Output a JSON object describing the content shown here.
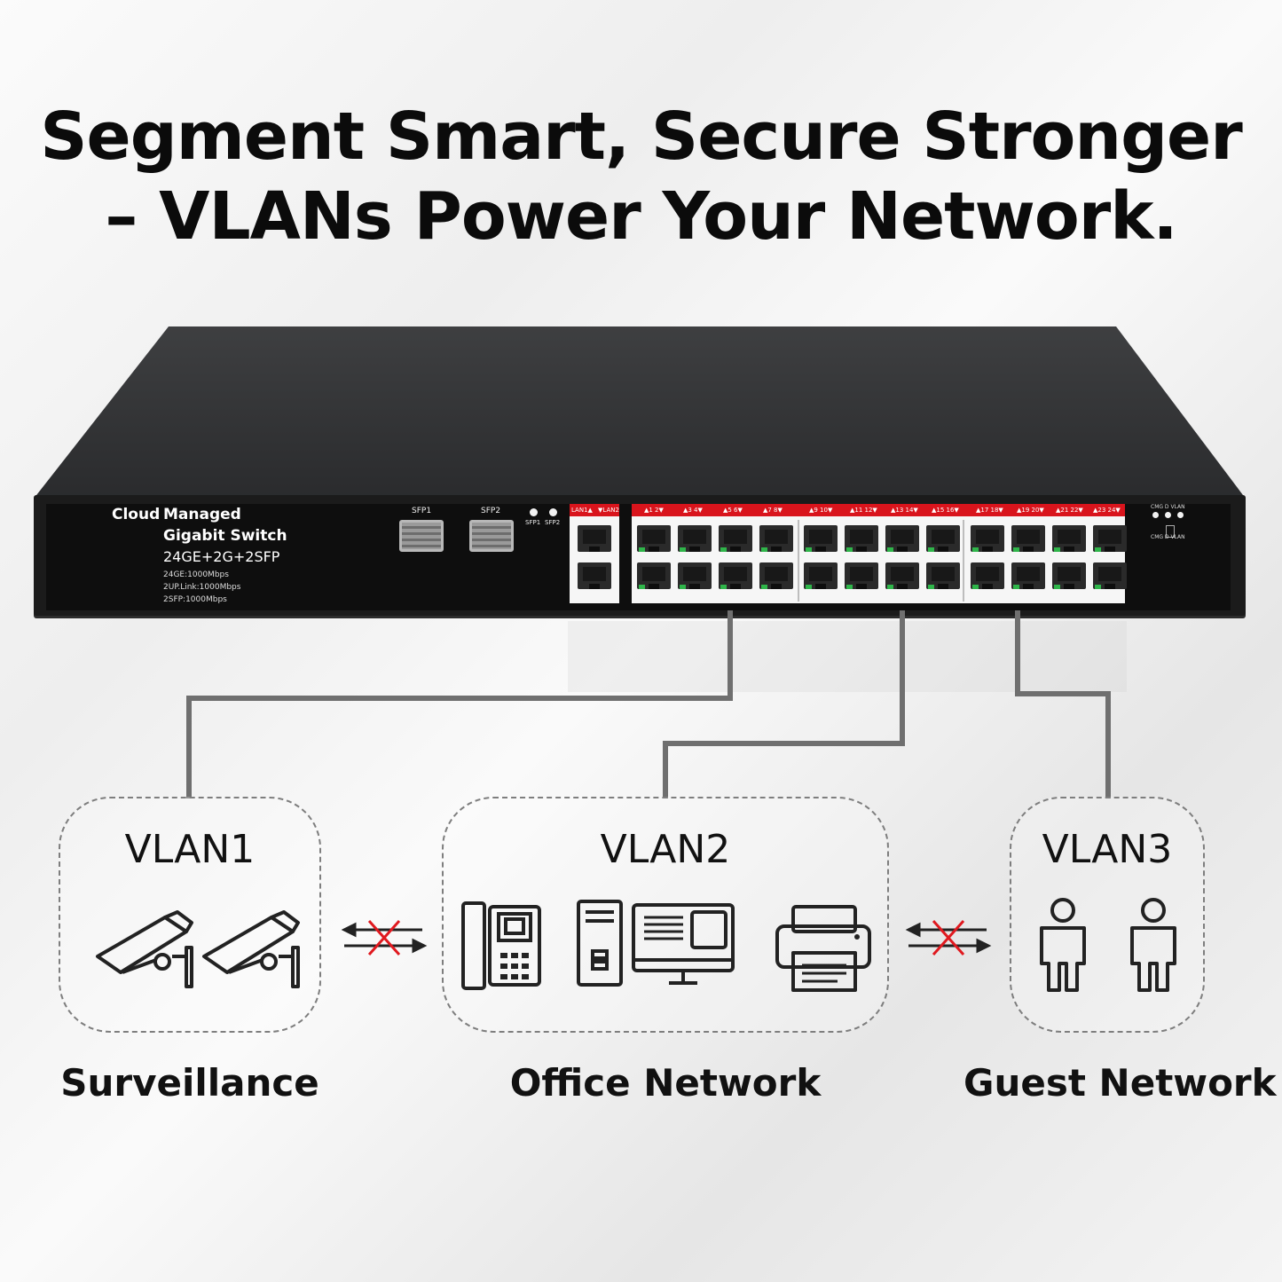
{
  "headline": {
    "line1": "Segment Smart, Secure Stronger",
    "line2": "– VLANs Power Your Network."
  },
  "device": {
    "brand_line1a": "Cloud",
    "brand_line1b": "Managed",
    "brand_line2": "Gigabit Switch",
    "model": "24GE+2G+2SFP",
    "specs": [
      "24GE:1000Mbps",
      "2UP.Link:1000Mbps",
      "2SFP:1000Mbps"
    ],
    "sfp_labels": [
      "SFP1",
      "SFP2"
    ],
    "led_labels": [
      "SFP1",
      "SFP2"
    ],
    "uplink_strip": [
      "LAN1▲",
      "▼LAN2"
    ],
    "port_groups": [
      "▲1  2▼",
      "▲3  4▼",
      "▲5  6▼",
      "▲7  8▼",
      "▲9  10▼",
      "▲11 12▼",
      "▲13 14▼",
      "▲15 16▼",
      "▲17 18▼",
      "▲19 20▼",
      "▲21 22▼",
      "▲23 24▼"
    ],
    "status_top": "CMG  D  VLAN",
    "status_bottom": "CMG  D  VLAN"
  },
  "vlans": [
    {
      "label": "VLAN1",
      "caption": "Surveillance",
      "icons": [
        "security-camera-icon",
        "security-camera-icon"
      ]
    },
    {
      "label": "VLAN2",
      "caption": "Office Network",
      "icons": [
        "desk-phone-icon",
        "desktop-computer-icon",
        "printer-icon"
      ]
    },
    {
      "label": "VLAN3",
      "caption": "Guest Network",
      "icons": [
        "person-icon",
        "person-icon"
      ]
    }
  ],
  "colors": {
    "accent_red": "#d9141c",
    "port_led_green": "#2fb54a",
    "switch_body": "#2b2b2b"
  }
}
